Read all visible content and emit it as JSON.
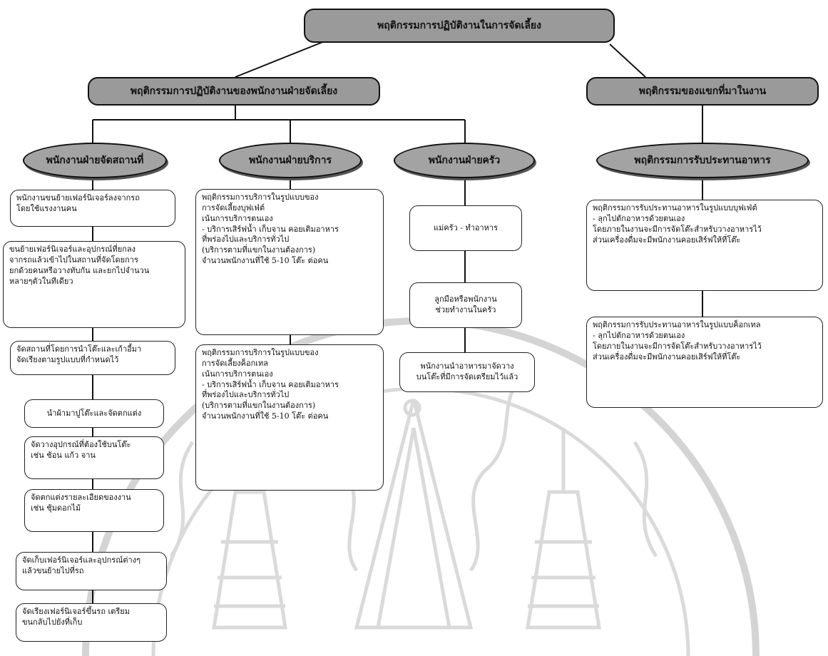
{
  "diagram": {
    "root": "พฤติกรรมการปฏิบัติงานในการจัดเลี้ยง",
    "branch_staff": "พฤติกรรมการปฏิบัติงานของพนักงานฝ่ายจัดเลี้ยง",
    "branch_guest": "พฤติกรรมของแขกที่มาในงาน",
    "col_venue": "พนักงานฝ่ายจัดสถานที่",
    "col_service": "พนักงานฝ่ายบริการ",
    "col_kitchen": "พนักงานฝ่ายครัว",
    "col_guest": "พฤติกรรมการรับประทานอาหาร",
    "venue_items": [
      "พนักงานขนย้ายเฟอร์นิเจอร์ลงจากรถ\nโดยใช้แรงงานคน",
      "ขนย้ายเฟอร์นิเจอร์และอุปกรณ์ที่ยกลง\nจากรถแล้วเข้าไปในสถานที่จัดโดยการ\nยกด้วยคนหรือวางทับกัน และยกไปจำนวน\nหลายๆตัวในทีเดียว",
      "จัดสถานที่โดยการนำโต๊ะและเก้าอี้มา\nจัดเรียงตามรูปแบบที่กำหนดไว้",
      "นำผ้ามาปูโต๊ะและจัดตกแต่ง",
      "จัดวางอุปกรณ์ที่ต้องใช้บนโต๊ะ\nเช่น ช้อน แก้ว จาน",
      "จัดตกแต่งรายละเอียดของงาน\nเช่น ชุ้มดอกไม้",
      "จัดเก็บเฟอร์นิเจอร์และอุปกรณ์ต่างๆ\nแล้วขนย้ายไปที่รถ",
      "จัดเรียงเฟอร์นิเจอร์ขึ้นรถ เตรียม\nขนกลับไปยังที่เก็บ"
    ],
    "service_items": [
      "พฤติกรรมการบริการในรูปแบบของ\nการจัดเลี้ยงบุฟเฟ่ต์\nเน้นการบริการตนเอง\n- บริการเสิร์ฟน้ำ เก็บจาน คอยเติมอาหาร\nที่พร่องไปและบริการทั่วไป\n(บริการตามที่แขกในงานต้องการ)\nจำนวนพนักงานที่ใช้ 5-10 โต๊ะ ต่อคน",
      "พฤติกรรมการบริการในรูปแบบของ\nการจัดเลี้ยงค็อกเทล\nเน้นการบริการตนเอง\n- บริการเสิร์ฟน้ำ เก็บจาน คอยเติมอาหาร\nที่พร่องไปและบริการทั่วไป\n(บริการตามที่แขกในงานต้องการ)\nจำนวนพนักงานที่ใช้ 5-10 โต๊ะ ต่อคน"
    ],
    "kitchen_items": [
      "แม่ครัว - ทำอาหาร",
      "ลูกมือหรือพนักงาน\nช่วยทำงานในครัว",
      "พนักงานนำอาหารมาจัดวาง\nบนโต๊ะที่มีการจัดเตรียมไว้แล้ว"
    ],
    "guest_items": [
      "พฤติกรรมการรับประทานอาหารในรูปแบบบุฟเฟ่ต์\n- ลุกไปตักอาหารด้วยตนเอง\nโดยภายในงานจะมีการจัดโต๊ะสำหรับวางอาหารไว้\nส่วนเครื่องดื่มจะมีพนักงานคอยเสิร์ฟให้ที่โต๊ะ",
      "พฤติกรรมการรับประทานอาหารในรูปแบบค็อกเทล\n- ลุกไปตักอาหารด้วยตนเอง\nโดยภายในงานจะมีการจัดโต๊ะสำหรับวางอาหารไว้\nส่วนเครื่องดื่มจะมีพนักงานคอยเสิร์ฟให้ที่โต๊ะ"
    ]
  },
  "colors": {
    "node_fill": "#9a9a9a",
    "oval_fill": "#a3a3a3",
    "line": "#111111",
    "watermark": "#d8d8d8"
  }
}
